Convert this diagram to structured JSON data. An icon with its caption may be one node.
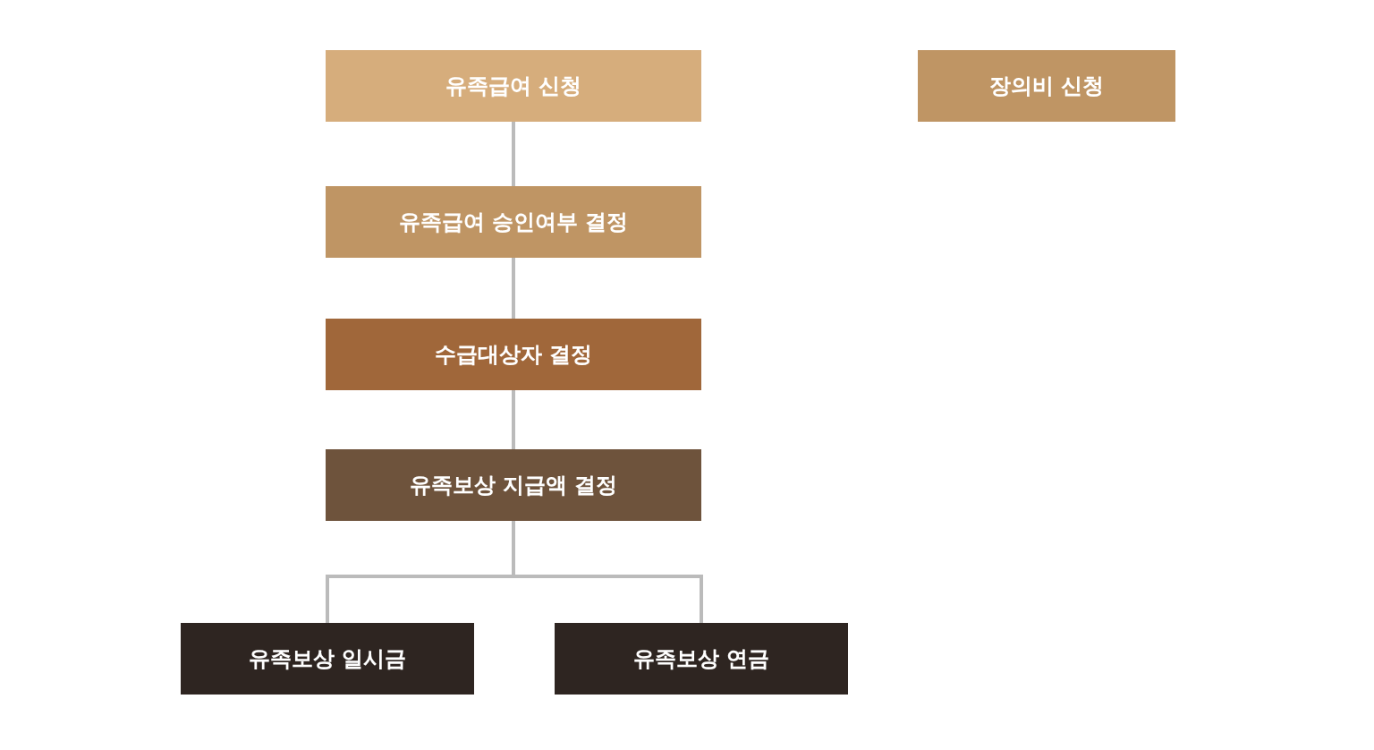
{
  "diagram": {
    "nodes": [
      {
        "text": [
          "유족급여 신청"
        ]
      },
      {
        "text": [
          "장의비 신청"
        ]
      },
      {
        "text": [
          "유족급여 승인여부 결정"
        ]
      },
      {
        "text": [
          "수급대상자 결정"
        ]
      },
      {
        "text": [
          "유족보상 지급액 결정"
        ]
      },
      {
        "text": [
          "유족보상 일시금"
        ]
      },
      {
        "text": [
          "유족보상 연금"
        ]
      }
    ],
    "edges": [
      {
        "from": 0,
        "to": 2,
        "arrow": "none"
      },
      {
        "from": 2,
        "to": 3,
        "arrow": "none"
      },
      {
        "from": 3,
        "to": 4,
        "arrow": "none"
      },
      {
        "from": 4,
        "to": 5,
        "arrow": "none"
      },
      {
        "from": 4,
        "to": 6,
        "arrow": "none"
      }
    ]
  }
}
